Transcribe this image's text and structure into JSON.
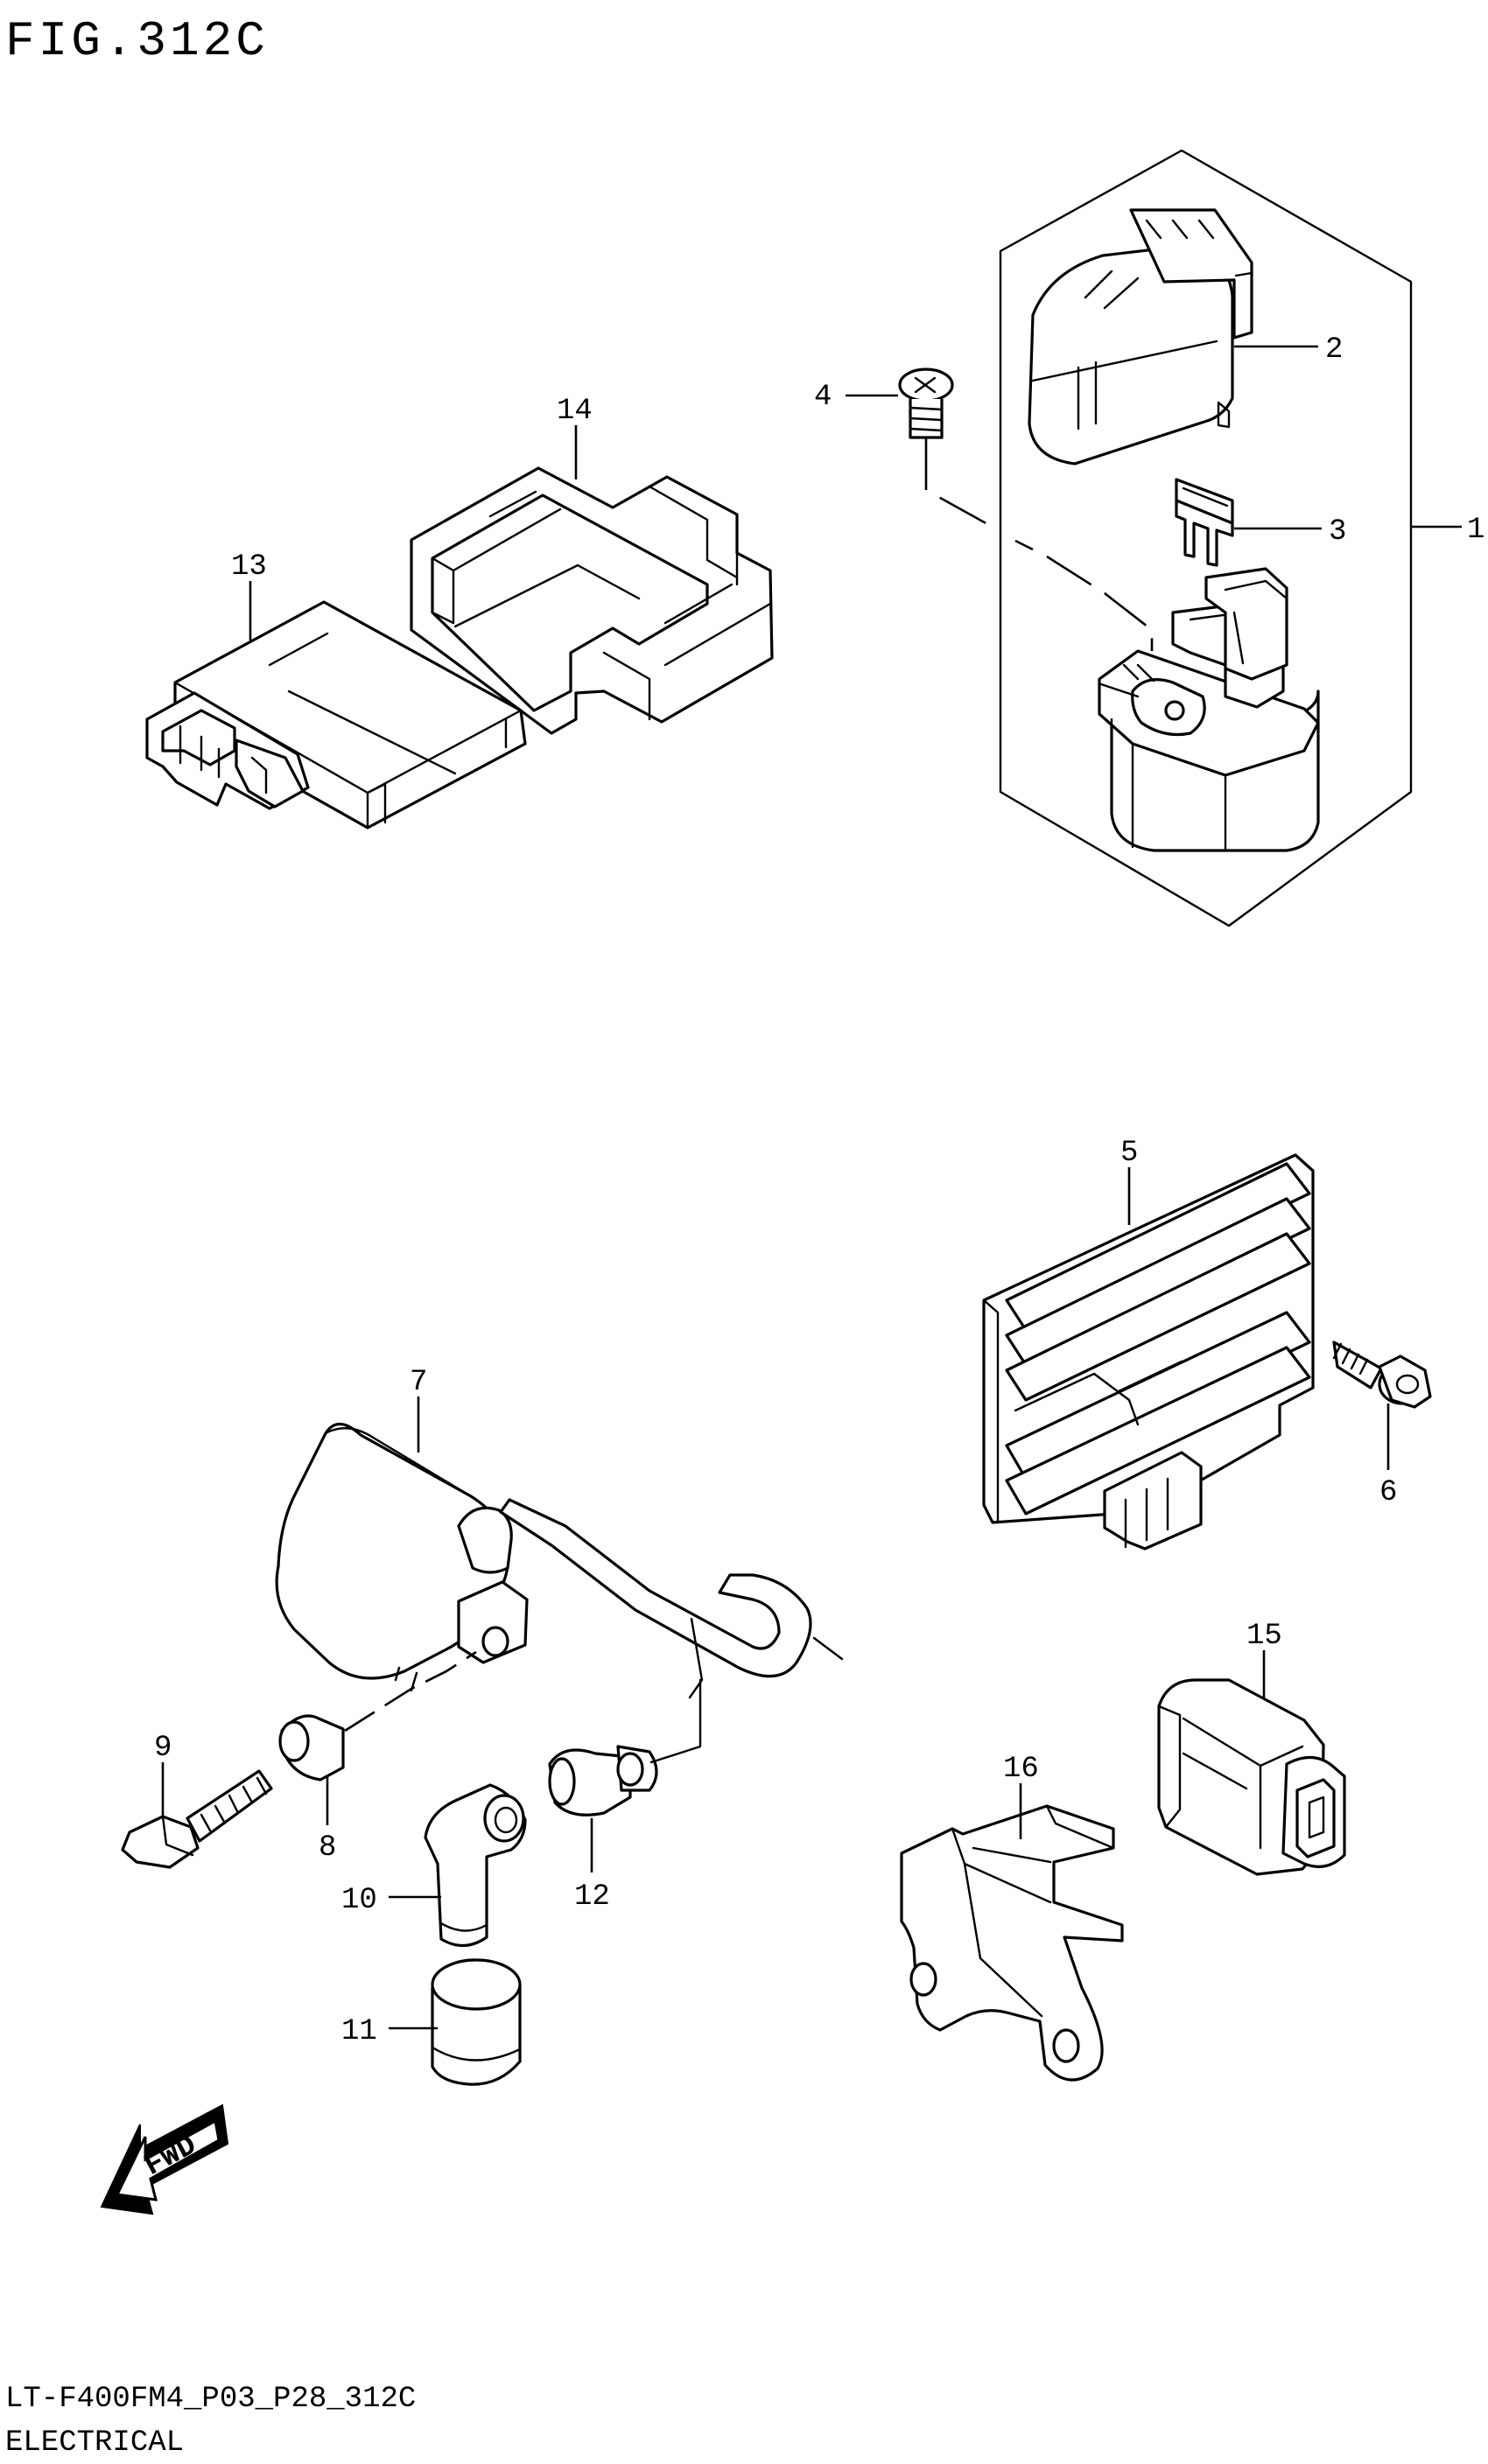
{
  "figure": {
    "title": "FIG.312C",
    "model_code": "LT-F400FM4_P03_P28_312C",
    "section_name": "ELECTRICAL"
  },
  "callouts": {
    "c1": "1",
    "c2": "2",
    "c3": "3",
    "c4": "4",
    "c5": "5",
    "c6": "6",
    "c7": "7",
    "c8": "8",
    "c9": "9",
    "c10": "10",
    "c11": "11",
    "c12": "12",
    "c13": "13",
    "c14": "14",
    "c15": "15",
    "c16": "16"
  },
  "direction_arrow": {
    "label": "FWD",
    "icon": "forward-arrow-icon"
  }
}
